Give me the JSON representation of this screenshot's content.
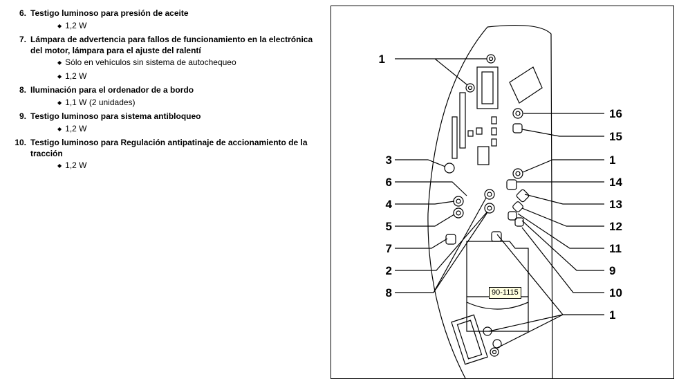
{
  "items": [
    {
      "num": "6.",
      "title": "Testigo luminoso para presión de aceite",
      "subs": [
        "1,2 W"
      ]
    },
    {
      "num": "7.",
      "title": "Lámpara de advertencia para fallos de funcionamiento en la electrónica del motor, lámpara para el ajuste del ralentí",
      "subs": [
        "Sólo en vehículos sin sistema de autochequeo",
        "1,2 W"
      ]
    },
    {
      "num": "8.",
      "title": "Iluminación para el ordenador de a bordo",
      "subs": [
        "1,1 W (2 unidades)"
      ]
    },
    {
      "num": "9.",
      "title": "Testigo luminoso para sistema antibloqueo",
      "subs": [
        "1,2 W"
      ]
    },
    {
      "num": "10.",
      "title": "Testigo luminoso para Regulación antipatinaje de accionamiento de la tracción",
      "subs": [
        "1,2 W"
      ]
    }
  ],
  "figure": {
    "code": "90-1115",
    "left_labels": [
      "1",
      "3",
      "6",
      "4",
      "5",
      "7",
      "2",
      "8"
    ],
    "right_labels": [
      "16",
      "15",
      "1",
      "14",
      "13",
      "12",
      "11",
      "9",
      "10",
      "1"
    ]
  }
}
